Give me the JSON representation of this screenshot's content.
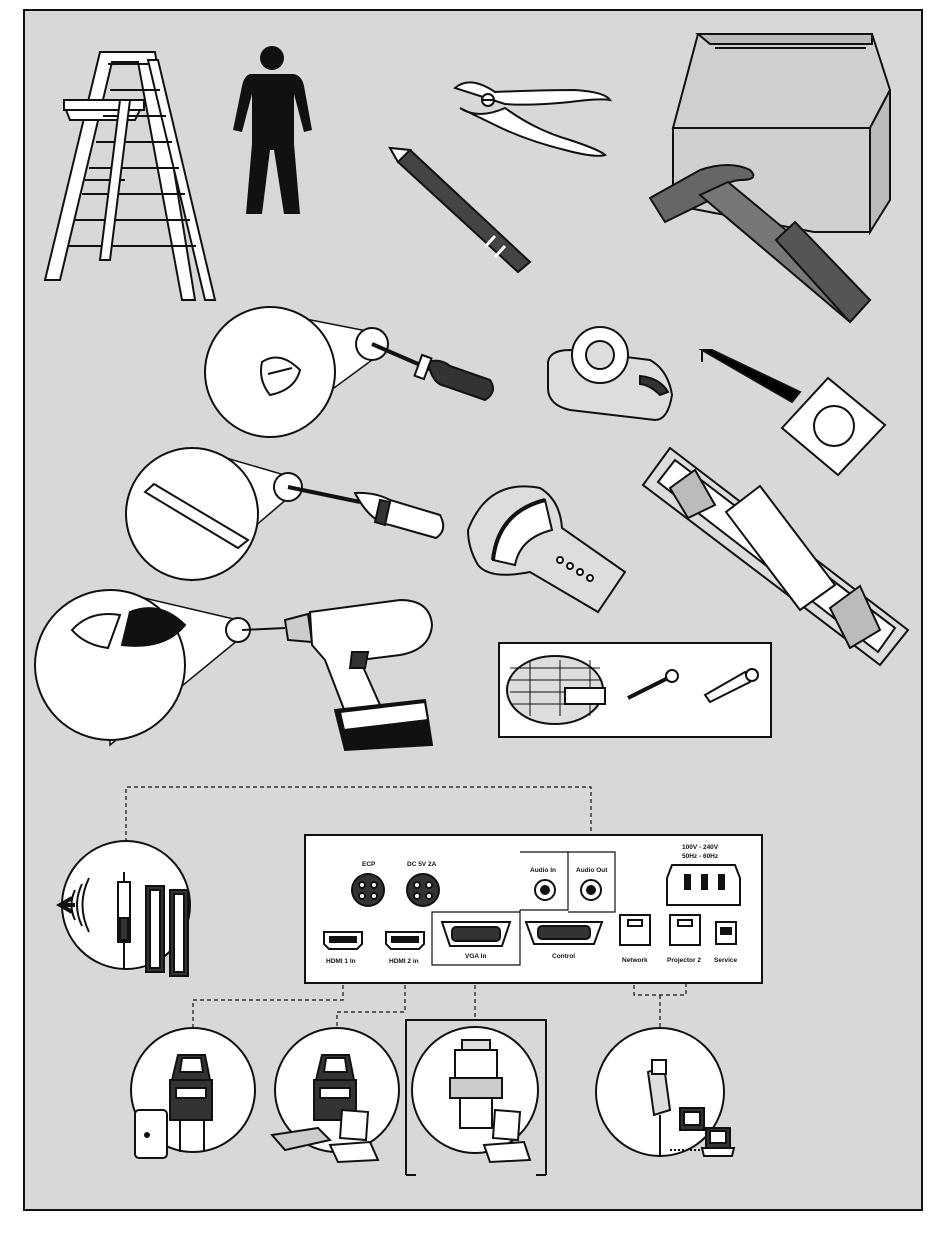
{
  "colors": {
    "background": "#d8d8d8",
    "panel": "#ffffff",
    "line": "#111111",
    "tool_dark": "#222222",
    "tool_gray": "#cfcfcf"
  },
  "tools": [
    {
      "name": "step-ladder-icon"
    },
    {
      "name": "person-icon"
    },
    {
      "name": "pliers-icon"
    },
    {
      "name": "pencil-icon"
    },
    {
      "name": "toolbox-icon"
    },
    {
      "name": "hammer-icon"
    },
    {
      "name": "phillips-screwdriver-icon"
    },
    {
      "name": "tape-dispenser-icon"
    },
    {
      "name": "tape-measure-icon"
    },
    {
      "name": "flathead-screwdriver-icon"
    },
    {
      "name": "stud-finder-icon"
    },
    {
      "name": "spirit-level-icon"
    },
    {
      "name": "power-drill-icon"
    },
    {
      "name": "wall-anchors-and-screws-icon"
    }
  ],
  "connection_panel": {
    "ports": {
      "ecp": "ECP",
      "dc": "DC 5V 2A",
      "audio_in": "Audio In",
      "audio_out": "Audio Out",
      "power_line1": "100V - 240V",
      "power_line2": "50Hz - 60Hz",
      "hdmi1": "HDMI 1 In",
      "hdmi2": "HDMI 2 in",
      "vga": "VGA In",
      "control": "Control",
      "network": "Network",
      "projector2": "Projector 2",
      "service": "Service"
    }
  },
  "devices": [
    {
      "name": "audio-speakers-icon"
    },
    {
      "name": "hdmi-pc-icon"
    },
    {
      "name": "hdmi-player-laptop-icon"
    },
    {
      "name": "vga-laptop-icon"
    },
    {
      "name": "network-computers-icon"
    }
  ]
}
